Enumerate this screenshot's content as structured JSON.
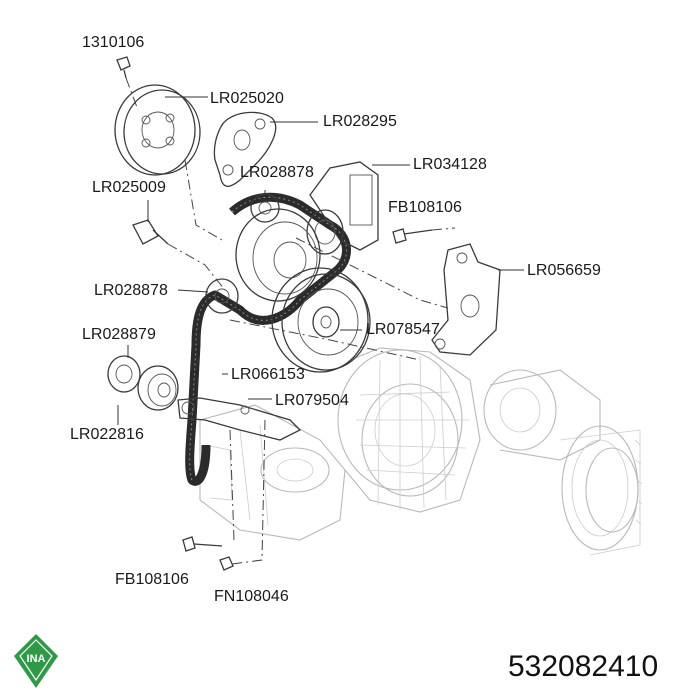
{
  "labels": {
    "bolt_top": "1310106",
    "pulley_crank": "LR025020",
    "bracket_top": "LR028295",
    "idler_upper": "LR028878",
    "tensioner": "LR034128",
    "bolt_right": "FB108106",
    "idler_bolt": "LR025009",
    "bracket_right": "LR056659",
    "idler_lower": "LR028878",
    "damper": "LR078547",
    "cover": "LR028879",
    "belt": "LR066153",
    "bracket_lower": "LR079504",
    "roller": "LR022816",
    "bolt_bottom": "FB108106",
    "nut_bottom": "FN108046"
  },
  "logo": {
    "text": "INA",
    "color": "#2e9a48"
  },
  "catalog_number": "532082410"
}
